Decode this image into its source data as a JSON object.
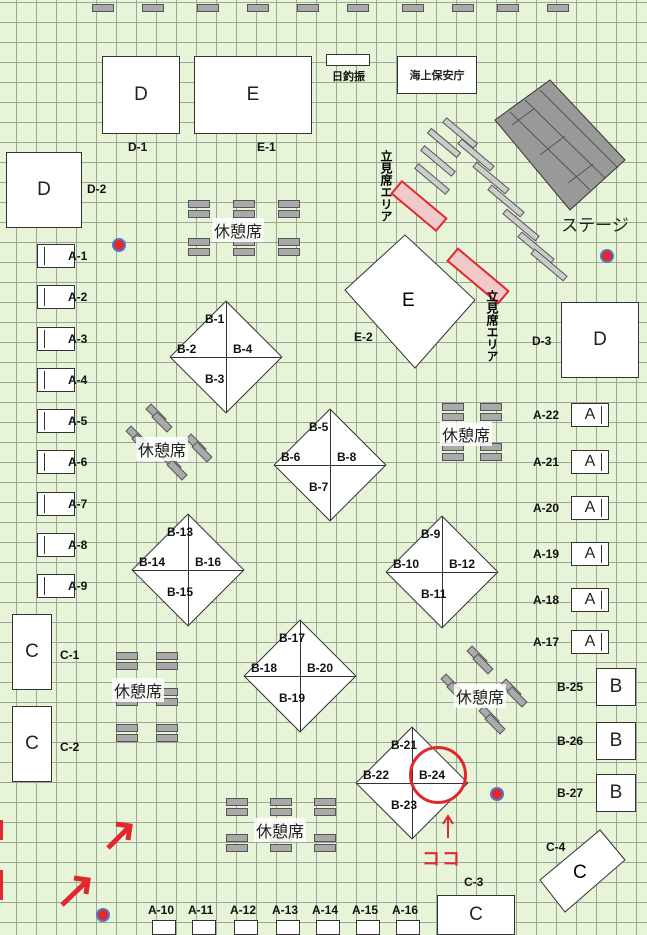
{
  "labels": {
    "d": "D",
    "e": "E",
    "c": "C",
    "a": "A",
    "b": "B",
    "d1": "D-1",
    "d2": "D-2",
    "d3": "D-3",
    "e1": "E-1",
    "e2": "E-2",
    "c1": "C-1",
    "c2": "C-2",
    "c3": "C-3",
    "c4": "C-4",
    "nissho": "日釣振",
    "kaijo": "海上保安庁",
    "stage": "ステージ",
    "standing": "立見席エリア",
    "rest": "休憩席",
    "here": "ココ"
  },
  "a_left": [
    "A-1",
    "A-2",
    "A-3",
    "A-4",
    "A-5",
    "A-6",
    "A-7",
    "A-8",
    "A-9"
  ],
  "a_right": [
    "A-22",
    "A-21",
    "A-20",
    "A-19",
    "A-18",
    "A-17"
  ],
  "a_bottom": [
    "A-10",
    "A-11",
    "A-12",
    "A-13",
    "A-14",
    "A-15",
    "A-16"
  ],
  "b_right": [
    "B-25",
    "B-26",
    "B-27"
  ],
  "b_groups": [
    [
      "B-1",
      "B-2",
      "B-4",
      "B-3"
    ],
    [
      "B-5",
      "B-6",
      "B-8",
      "B-7"
    ],
    [
      "B-13",
      "B-14",
      "B-16",
      "B-15"
    ],
    [
      "B-9",
      "B-10",
      "B-12",
      "B-11"
    ],
    [
      "B-17",
      "B-18",
      "B-20",
      "B-19"
    ],
    [
      "B-21",
      "B-22",
      "B-24",
      "B-23"
    ]
  ],
  "colors": {
    "grid": "#e8f4d8",
    "highlight": "#e0282e",
    "standing_fill": "#f2c9c9"
  }
}
